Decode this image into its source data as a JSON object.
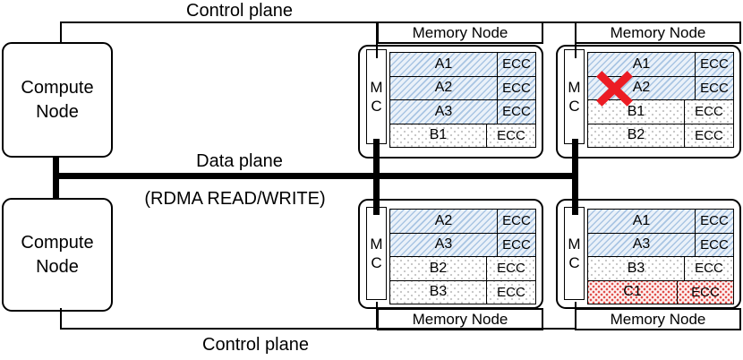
{
  "labels": {
    "control_plane_top": "Control plane",
    "control_plane_bottom": "Control plane",
    "data_plane": "Data plane",
    "rdma_note": "(RDMA READ/WRITE)"
  },
  "compute_nodes": [
    {
      "label": "Compute Node"
    },
    {
      "label": "Compute Node"
    }
  ],
  "memory_nodes": [
    {
      "label": "Memory Node",
      "mc": "M\nC",
      "rows": [
        {
          "name": "A1",
          "ecc": "ECC",
          "type": "a"
        },
        {
          "name": "A2",
          "ecc": "ECC",
          "type": "a"
        },
        {
          "name": "A3",
          "ecc": "ECC",
          "type": "a"
        },
        {
          "name": "B1",
          "ecc": "ECC",
          "type": "b"
        }
      ]
    },
    {
      "label": "Memory Node",
      "mc": "M\nC",
      "rows": [
        {
          "name": "A1",
          "ecc": "ECC",
          "type": "a"
        },
        {
          "name": "A2",
          "ecc": "ECC",
          "type": "a",
          "failed": true
        },
        {
          "name": "B1",
          "ecc": "ECC",
          "type": "b"
        },
        {
          "name": "B2",
          "ecc": "ECC",
          "type": "b"
        }
      ]
    },
    {
      "label": "Memory Node",
      "mc": "M\nC",
      "rows": [
        {
          "name": "A2",
          "ecc": "ECC",
          "type": "a"
        },
        {
          "name": "A3",
          "ecc": "ECC",
          "type": "a"
        },
        {
          "name": "B2",
          "ecc": "ECC",
          "type": "b"
        },
        {
          "name": "B3",
          "ecc": "ECC",
          "type": "b"
        }
      ]
    },
    {
      "label": "Memory Node",
      "mc": "M\nC",
      "rows": [
        {
          "name": "A1",
          "ecc": "ECC",
          "type": "a"
        },
        {
          "name": "A3",
          "ecc": "ECC",
          "type": "a"
        },
        {
          "name": "B3",
          "ecc": "ECC",
          "type": "b"
        },
        {
          "name": "C1",
          "ecc": "ECC",
          "type": "c"
        }
      ]
    }
  ],
  "colors": {
    "region_a_hatch": "#a9c5e3",
    "region_b_dots": "#c6c6c6",
    "region_c_dots": "#e14f4b",
    "failure_x": "#ec1c24",
    "line": "#000000"
  }
}
